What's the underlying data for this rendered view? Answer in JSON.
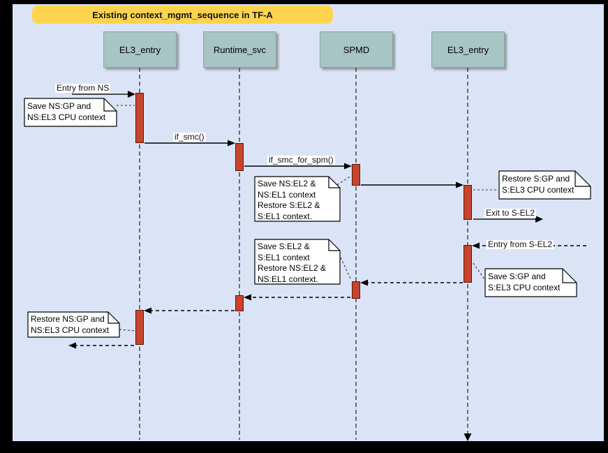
{
  "title": "Existing context_mgmt_sequence in TF-A",
  "lifelines": [
    {
      "label": "EL3_entry"
    },
    {
      "label": "Runtime_svc"
    },
    {
      "label": "SPMD"
    },
    {
      "label": "EL3_entry"
    }
  ],
  "messages": {
    "entry_from_ns": "Entry from NS",
    "if_smc": "if_smc()",
    "if_smc_for_spm": "if_smc_for_spm()",
    "exit_to_sel2": "Exit to S-EL2",
    "entry_from_sel2": "Entry from S-EL2"
  },
  "notes": {
    "save_ns_gp": "Save NS:GP and\nNS:EL3 CPU context",
    "save_ns_el2": "Save NS:EL2 &\nNS:EL1 context\nRestore S:EL2 &\nS:EL1 context.",
    "restore_s_gp": "Restore S:GP and\nS:EL3 CPU context",
    "save_s_gp": "Save S:GP and\nS:EL3 CPU context",
    "save_s_el2": "Save S:EL2 &\nS:EL1 context\nRestore NS:EL2 &\nNS:EL1 context.",
    "restore_ns_gp": "Restore NS:GP and\nNS:EL3 CPU context"
  },
  "colors": {
    "background": "#dbe4f7",
    "frame": "#000000",
    "title_bg": "#fed44e",
    "lifeline_header_bg": "#a7c5c2",
    "activation_fill": "#c5452e",
    "activation_border": "#5f1208",
    "note_bg": "#ffffff"
  }
}
